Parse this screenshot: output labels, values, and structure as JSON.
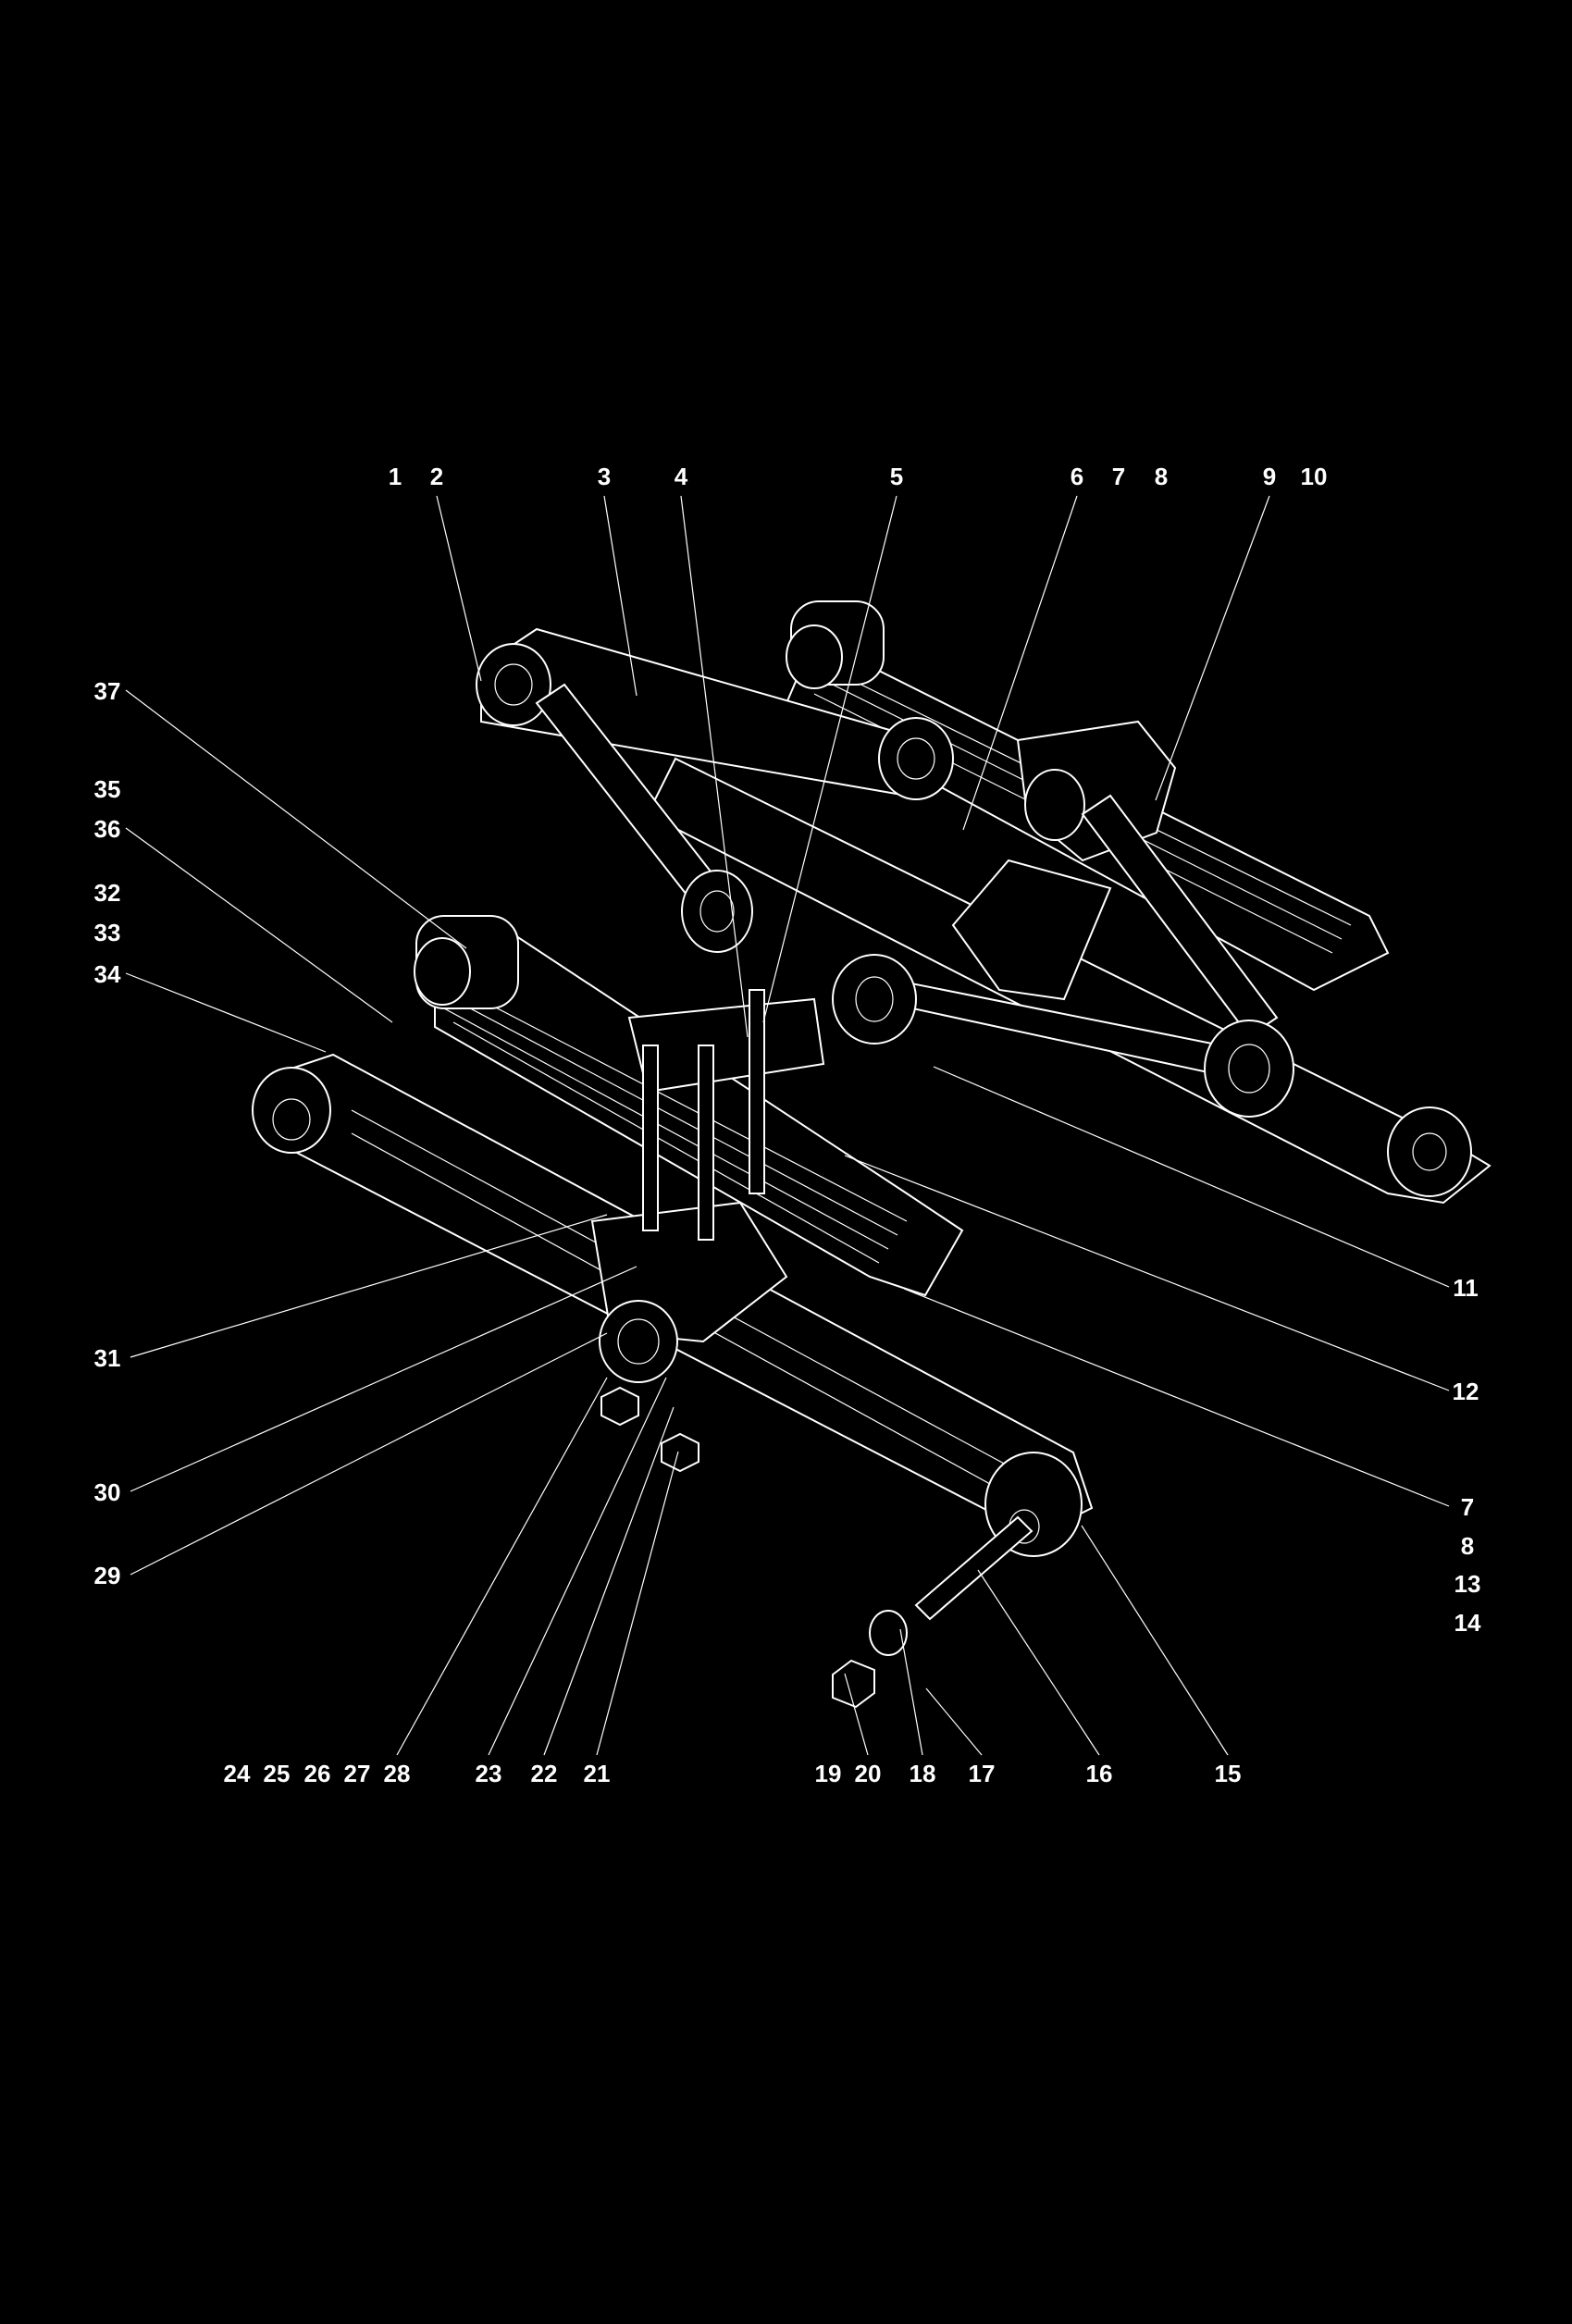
{
  "diagram": {
    "type": "exploded parts diagram - tandem leaf spring suspension",
    "colors": {
      "background": "#000000",
      "lines": "#ffffff"
    }
  },
  "labels": {
    "top": [
      "1",
      "2",
      "3",
      "4",
      "5",
      "6",
      "7",
      "8",
      "9",
      "10"
    ],
    "left": [
      "37",
      "35",
      "36",
      "32",
      "33",
      "34",
      "31",
      "30",
      "29"
    ],
    "right": [
      "11",
      "12",
      "7",
      "8",
      "13",
      "14"
    ],
    "bottom": [
      "24",
      "25",
      "26",
      "27",
      "28",
      "23",
      "22",
      "21",
      "19",
      "20",
      "18",
      "17",
      "16",
      "15"
    ]
  }
}
